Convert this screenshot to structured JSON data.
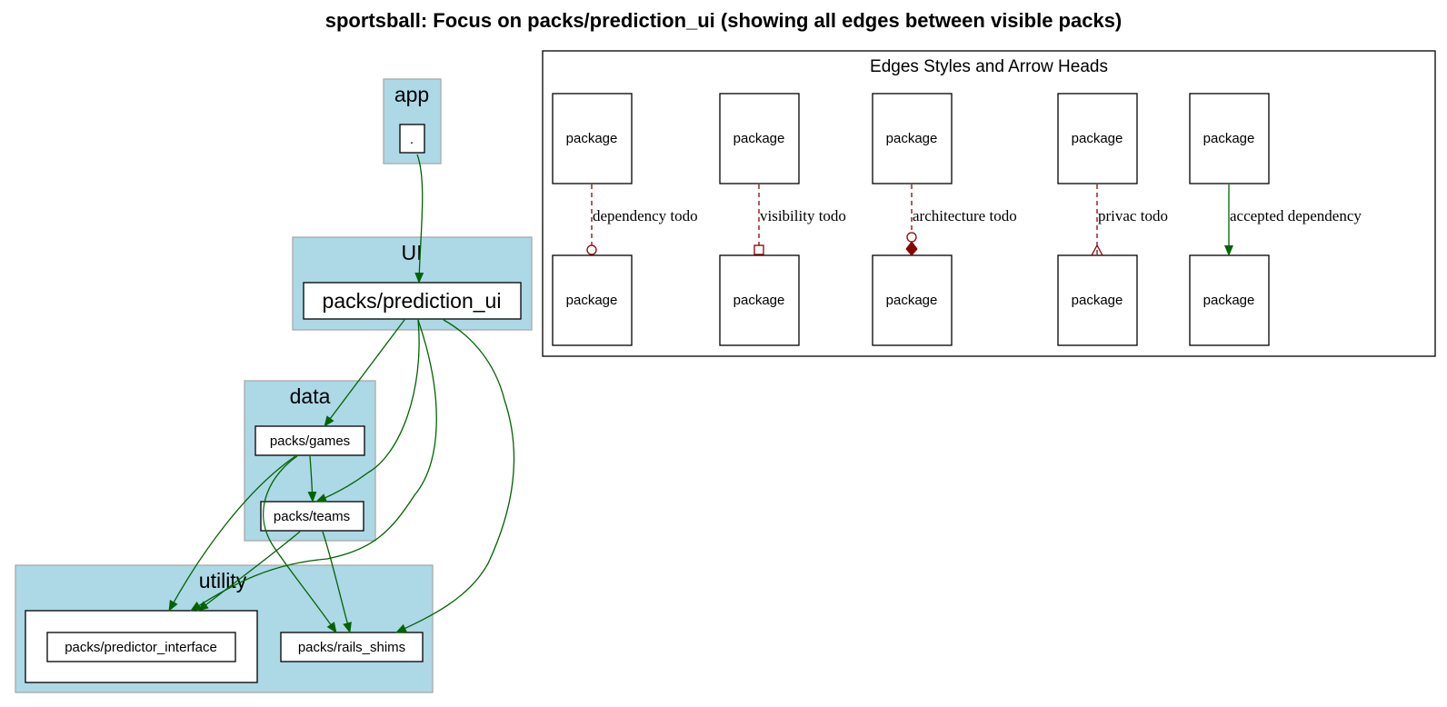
{
  "title": "sportsball: Focus on packs/prediction_ui (showing all edges between visible packs)",
  "layers": {
    "app": "app",
    "ui": "UI",
    "data": "data",
    "utility": "utility"
  },
  "packs": {
    "root": ".",
    "prediction_ui": "packs/prediction_ui",
    "games": "packs/games",
    "teams": "packs/teams",
    "predictor_interface": "packs/predictor_interface",
    "rails_shims": "packs/rails_shims"
  },
  "legend": {
    "title": "Edges Styles and Arrow Heads",
    "package_label": "package",
    "edges": [
      {
        "label": "dependency todo",
        "style": "dashed",
        "head": "odot"
      },
      {
        "label": "visibility todo",
        "style": "dashed",
        "head": "obox"
      },
      {
        "label": "architecture todo",
        "style": "dashed",
        "head": "odiamond-filled"
      },
      {
        "label": "privac todo",
        "style": "dashed",
        "head": "crow"
      },
      {
        "label": "accepted dependency",
        "style": "solid",
        "head": "normal"
      }
    ]
  },
  "colors": {
    "layer_fill": "#add8e6",
    "layer_border": "#a9a9a9",
    "dependency_edge": "#006400",
    "todo_edge": "#8b0000"
  }
}
